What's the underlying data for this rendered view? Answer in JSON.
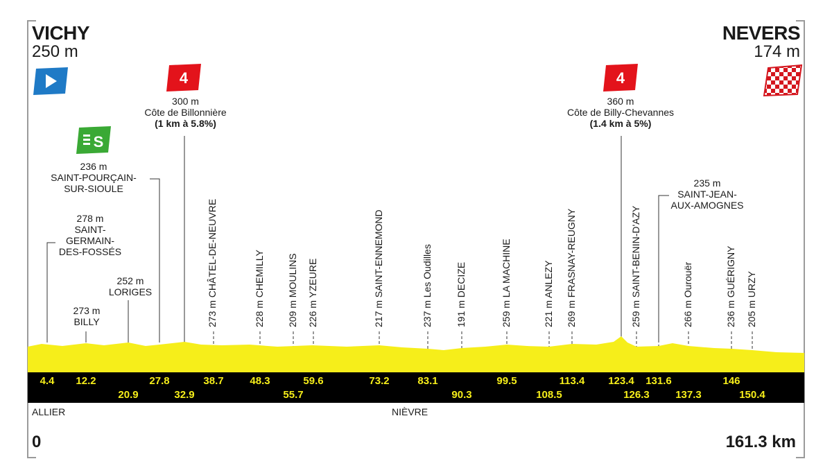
{
  "start": {
    "city": "VICHY",
    "altitude": "250 m"
  },
  "finish": {
    "city": "NEVERS",
    "altitude": "174 m"
  },
  "climbs": [
    {
      "category": "4",
      "altitude": "300 m",
      "name": "Côte de Billonnière",
      "detail": "(1 km à 5.8%)"
    },
    {
      "category": "4",
      "altitude": "360 m",
      "name": "Côte de Billy-Chevannes",
      "detail": "(1.4 km à 5%)"
    }
  ],
  "sprint": {
    "icon": "sprint-icon",
    "symbol": "S",
    "altitude": "236 m",
    "name_line1": "SAINT-POURÇAIN-",
    "name_line2": "SUR-SIOULE"
  },
  "labels": {
    "st_germain": {
      "alt": "278 m",
      "l1": "SAINT-",
      "l2": "GERMAIN-",
      "l3": "DES-FOSSÉS"
    },
    "loriges": {
      "alt": "252 m",
      "l1": "LORIGES"
    },
    "billy": {
      "alt": "273 m",
      "l1": "BILLY"
    },
    "st_jean": {
      "alt": "235 m",
      "l1": "SAINT-JEAN-",
      "l2": "AUX-AMOGNES"
    }
  },
  "vertical_labels": [
    "273 m CHÂTEL-DE-NEUVRE",
    "228 m CHEMILLY",
    "209 m MOULINS",
    "226 m YZEURE",
    "217 m SAINT-ENNEMOND",
    "237 m Les Oudilles",
    "191 m DECIZE",
    "259 m LA MACHINE",
    "221 m ANLEZY",
    "269 m FRASNAY-REUGNY",
    "259 m SAINT-BENIN-D'AZY",
    "266 m Ourouër",
    "236 m GUÉRIGNY",
    "205 m URZY"
  ],
  "km_top": [
    "4.4",
    "12.2",
    "27.8",
    "38.7",
    "48.3",
    "59.6",
    "73.2",
    "83.1",
    "99.5",
    "113.4",
    "123.4",
    "131.6",
    "146"
  ],
  "km_bottom": [
    "20.9",
    "32.9",
    "55.7",
    "90.3",
    "108.5",
    "126.3",
    "137.3",
    "150.4"
  ],
  "departments": [
    "ALLIER",
    "NIÈVRE"
  ],
  "distance_start": "0",
  "distance_total": "161.3 km",
  "colors": {
    "profile": "#f6ee1a",
    "bar": "#000000",
    "km_text": "#f6ee1a",
    "start_flag": "#1f7ac6",
    "climb_badge": "#e3131b",
    "sprint_badge": "#3aa935",
    "finish_flag": "#d4161e"
  }
}
